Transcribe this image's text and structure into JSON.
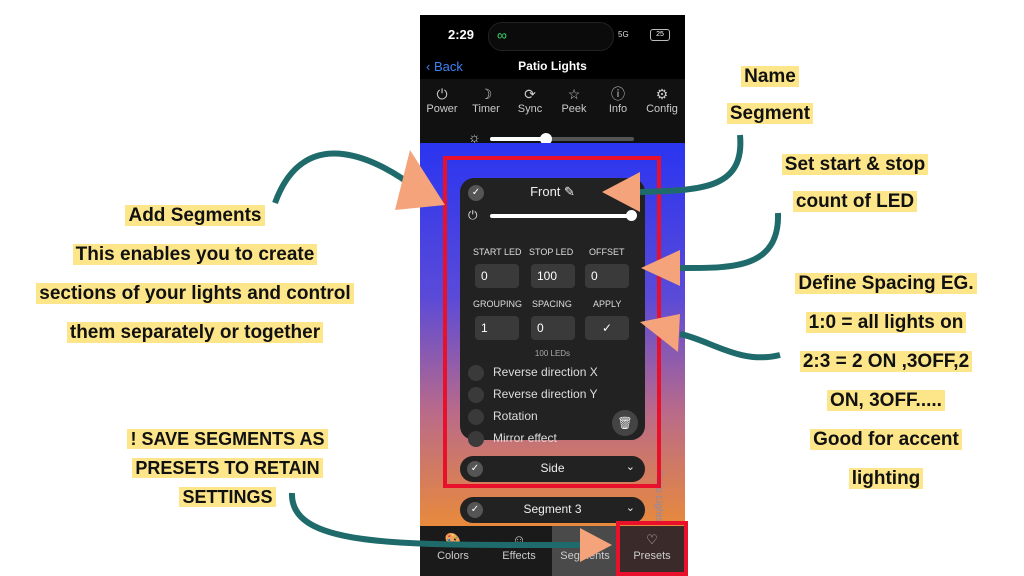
{
  "status_bar": {
    "time": "2:29",
    "network": "5G",
    "battery": "25"
  },
  "nav": {
    "back_label": "Back",
    "title": "Patio Lights"
  },
  "toolbar": {
    "power": "Power",
    "timer": "Timer",
    "sync": "Sync",
    "peek": "Peek",
    "info": "Info",
    "config": "Config"
  },
  "brightness": {
    "level": 0.39
  },
  "segment_card": {
    "name": "Front",
    "labels": {
      "start": "START LED",
      "stop": "STOP LED",
      "offset": "OFFSET",
      "grouping": "GROUPING",
      "spacing": "SPACING",
      "apply": "APPLY"
    },
    "values": {
      "start": "0",
      "stop": "100",
      "offset": "0",
      "grouping": "1",
      "spacing": "0"
    },
    "led_count": "100 LEDs",
    "options": [
      "Reverse direction X",
      "Reverse direction Y",
      "Rotation",
      "Mirror effect"
    ]
  },
  "collapsed_segments": [
    "Side",
    "Segment 3"
  ],
  "side_text": "Patio Lights",
  "tabs": [
    "Colors",
    "Effects",
    "Segments",
    "Presets"
  ],
  "annotations": {
    "add_segments": [
      "Add Segments",
      "This enables you to create",
      "sections of your lights and control",
      "them separately or together"
    ],
    "save_segments": [
      "! SAVE SEGMENTS AS",
      "PRESETS TO RETAIN",
      "SETTINGS"
    ],
    "name_segment": [
      "Name",
      "Segment"
    ],
    "start_stop": [
      "Set start & stop",
      "count of LED"
    ],
    "spacing": [
      "Define Spacing EG.",
      "1:0 = all lights on",
      "2:3 = 2 ON ,3OFF,2",
      "ON, 3OFF.....",
      "Good for accent",
      "lighting"
    ]
  },
  "colors": {
    "highlight": "#e8102a",
    "note_bg": "#fde68a",
    "arrow": "#f4a37a",
    "line": "#1f6b6b"
  }
}
